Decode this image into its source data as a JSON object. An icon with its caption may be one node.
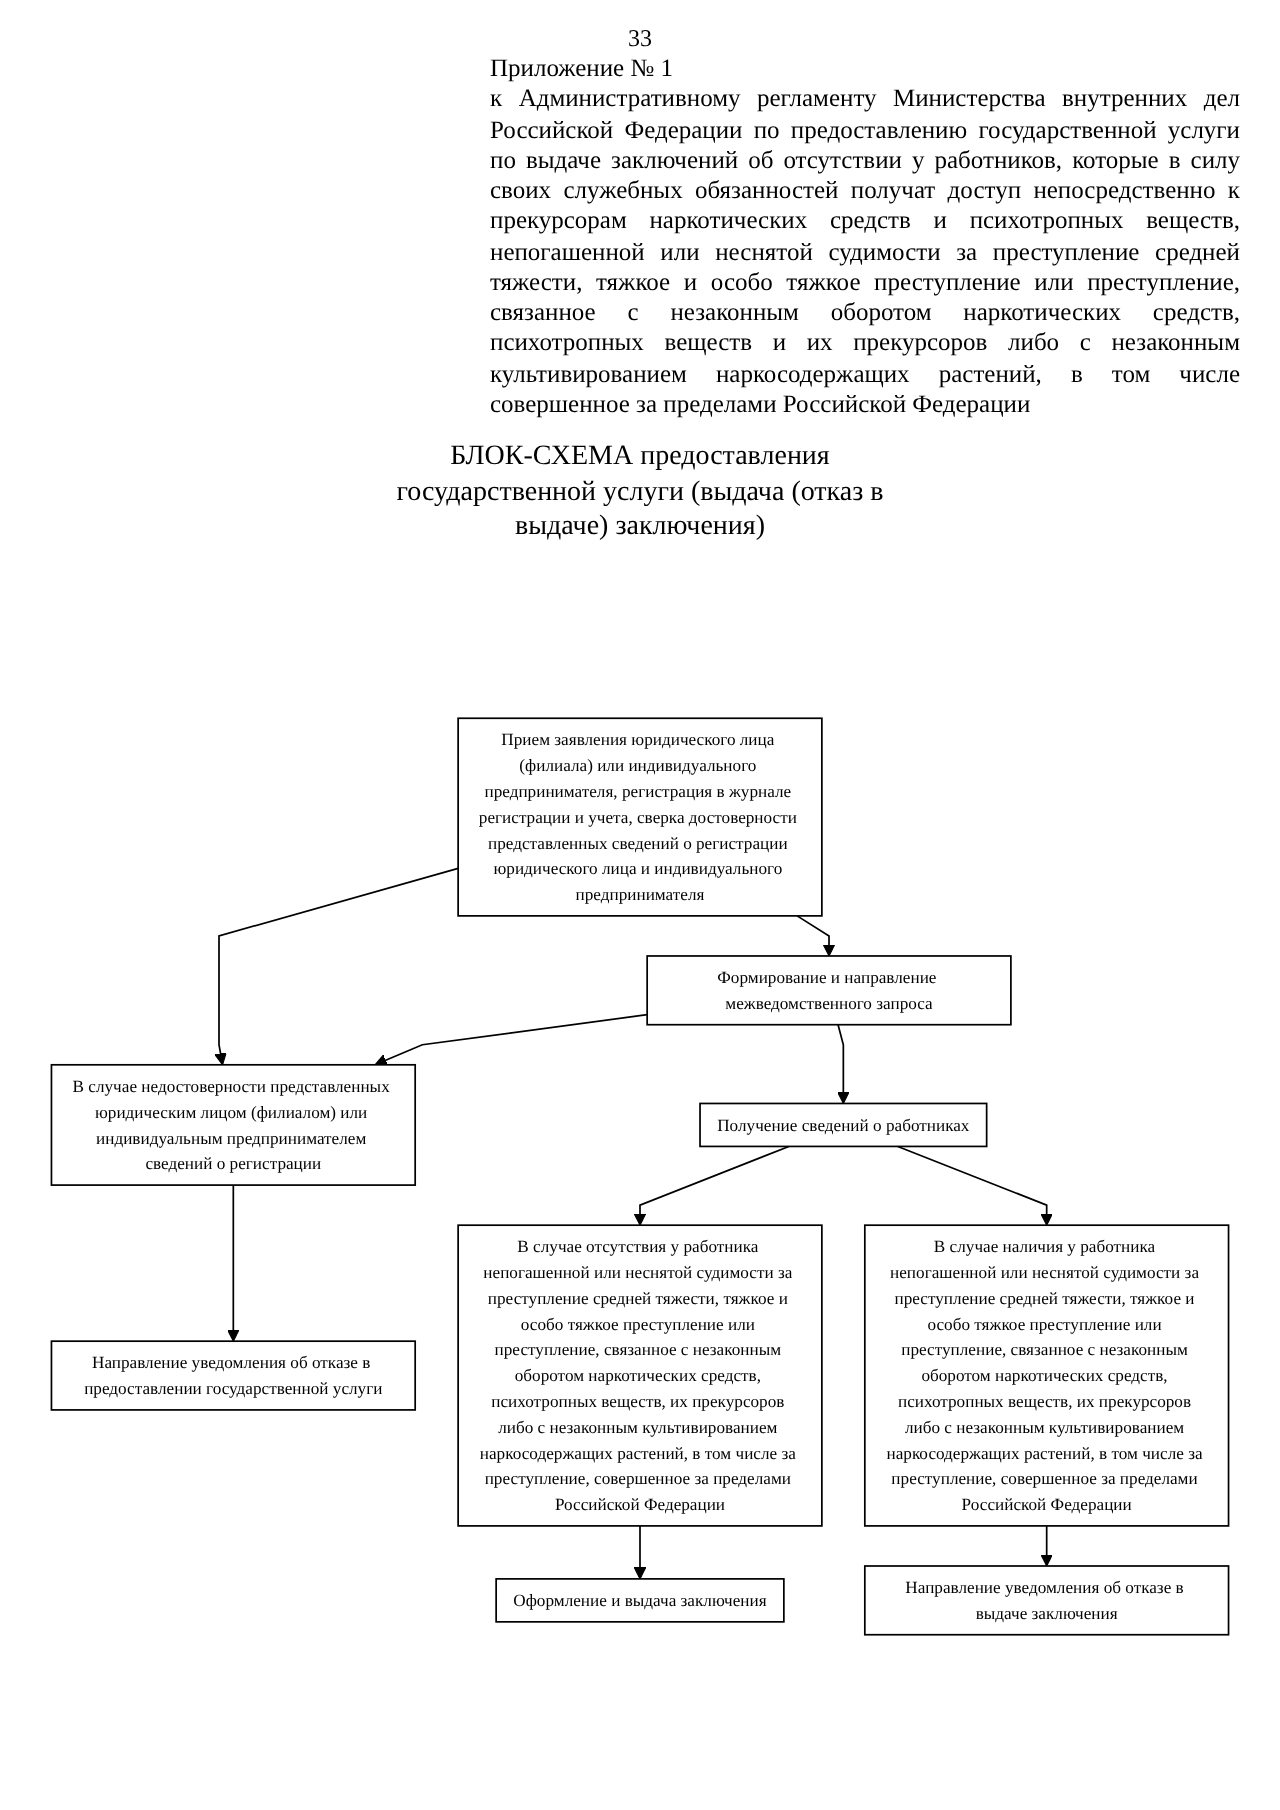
{
  "diagram": {
    "title": "БЛОК-СХЕМА предоставления государственной услуги (выдача (отказ в выдаче) заключения)",
    "nodes": [
      {
        "text": [
          "Прием заявления юридического лица (филиала) или индивидуального предпринимателя, регистрация в журнале регистрации и учета, сверка достоверности представленных сведений о регистрации юридического лица и индивидуального предпринимателя"
        ]
      },
      {
        "text": [
          "В случае недостоверности представленных юридическим лицом (филиалом) или индивидуальным предпринимателем сведений о регистрации"
        ]
      },
      {
        "text": [
          "Формирование и направление межведомственного запроса"
        ]
      },
      {
        "text": [
          "Направление уведомления об отказе в предоставлении государственной услуги"
        ]
      },
      {
        "text": [
          "Получение сведений о работниках"
        ]
      },
      {
        "text": [
          "В случае отсутствия у работника непогашенной или неснятой судимости за преступление средней тяжести, тяжкое и особо тяжкое преступление или преступление, связанное с незаконным оборотом наркотических средств, психотропных веществ, их прекурсоров либо с незаконным культивированием наркосодержащих растений, в том числе за преступление, совершенное за пределами Российской Федерации"
        ]
      },
      {
        "text": [
          "В случае наличия у работника непогашенной или неснятой судимости за преступление средней тяжести, тяжкое и особо тяжкое преступление или преступление, связанное с незаконным оборотом наркотических средств, психотропных веществ, их прекурсоров либо с незаконным культивированием наркосодержащих растений, в том числе за преступление, совершенное за пределами Российской Федерации"
        ]
      },
      {
        "text": [
          "Оформление и выдача заключения"
        ]
      },
      {
        "text": [
          "Направление уведомления об отказе в выдаче заключения"
        ]
      }
    ],
    "edges": [
      {
        "from": 0,
        "to": 1,
        "arrow": "to"
      },
      {
        "from": 0,
        "to": 2,
        "arrow": "to"
      },
      {
        "from": 2,
        "to": 1,
        "arrow": "to"
      },
      {
        "from": 1,
        "to": 3,
        "arrow": "to"
      },
      {
        "from": 2,
        "to": 4,
        "arrow": "to"
      },
      {
        "from": 4,
        "to": 5,
        "arrow": "to"
      },
      {
        "from": 4,
        "to": 6,
        "arrow": "to"
      },
      {
        "from": 5,
        "to": 7,
        "arrow": "to"
      },
      {
        "from": 6,
        "to": 8,
        "arrow": "to"
      }
    ],
    "labels": [
      "33",
      "Приложение № 1",
      "к Административному регламенту Министерства внутренних дел Российской Федерации по предоставлению государственной услуги по выдаче заключений об отсутствии у работников, которые в силу своих служебных обязанностей получат доступ непосредственно к прекурсорам наркотических средств и психотропных веществ, непогашенной или неснятой судимости за преступление средней тяжести, тяжкое и особо тяжкое преступление или преступление, связанное с незаконным оборотом наркотических средств, психотропных веществ и их прекурсоров либо с незаконным культивированием наркосодержащих растений, в том числе совершенное за пределами Российской Федерации"
    ]
  }
}
